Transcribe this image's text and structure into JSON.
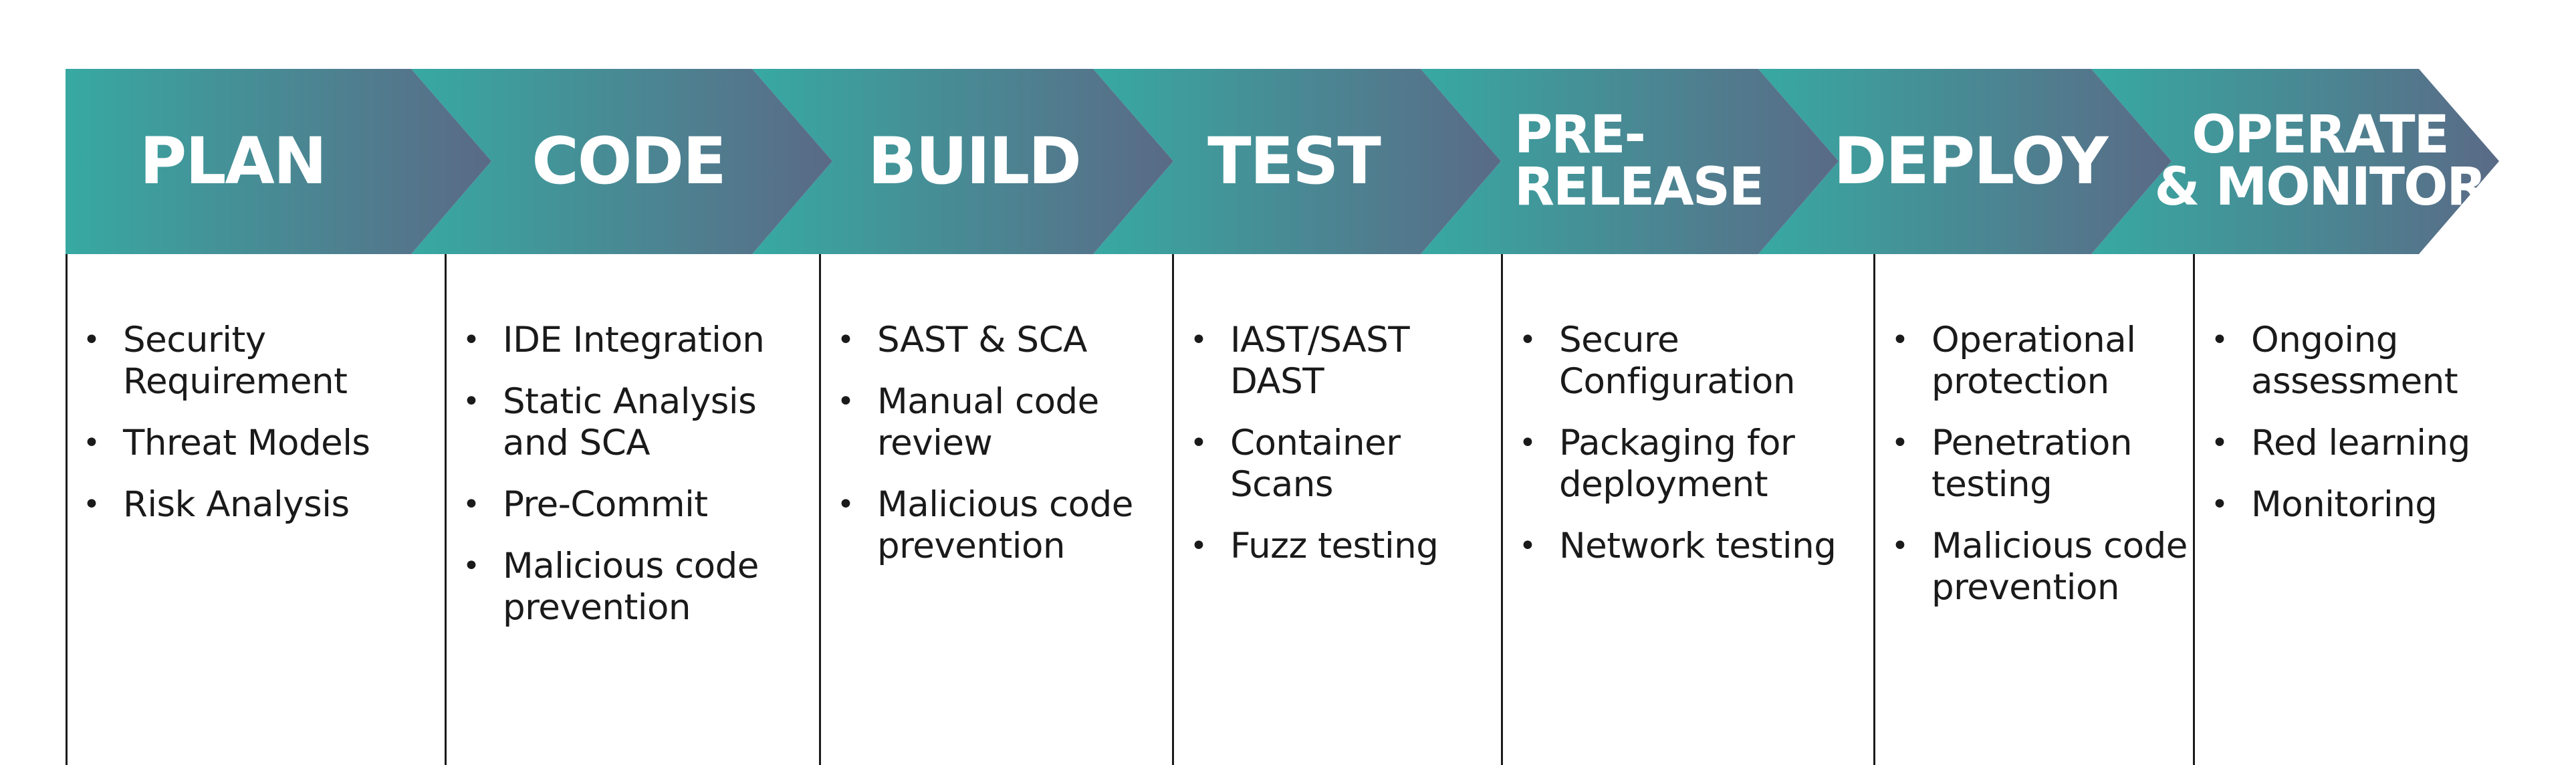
{
  "stages": [
    {
      "title_lines": [
        "PLAN"
      ],
      "items": [
        "Security Requirement",
        "Threat Models",
        "Risk Analysis"
      ]
    },
    {
      "title_lines": [
        "CODE"
      ],
      "items": [
        "IDE Integration",
        "Static Analysis and SCA",
        "Pre-Commit",
        "Malicious code prevention"
      ]
    },
    {
      "title_lines": [
        "BUILD"
      ],
      "items": [
        "SAST & SCA",
        "Manual code review",
        "Malicious code prevention"
      ]
    },
    {
      "title_lines": [
        "TEST"
      ],
      "items": [
        "IAST/SAST DAST",
        "Container Scans",
        "Fuzz testing"
      ]
    },
    {
      "title_lines": [
        "PRE-",
        "RELEASE"
      ],
      "items": [
        "Secure Configuration",
        "Packaging for deployment",
        "Network testing"
      ]
    },
    {
      "title_lines": [
        "DEPLOY"
      ],
      "items": [
        "Operational protection",
        "Penetration testing",
        "Malicious code prevention"
      ]
    },
    {
      "title_lines": [
        "OPERATE",
        "& MONITOR"
      ],
      "items": [
        "Ongoing assessment",
        "Red learning",
        "Monitoring"
      ]
    }
  ],
  "bullet_glyph": "•",
  "colors": {
    "arrow_start": "#37a9a2",
    "arrow_end": "#5a6a86",
    "divider": "#1b1b1b",
    "text": "#1a1a1a"
  }
}
